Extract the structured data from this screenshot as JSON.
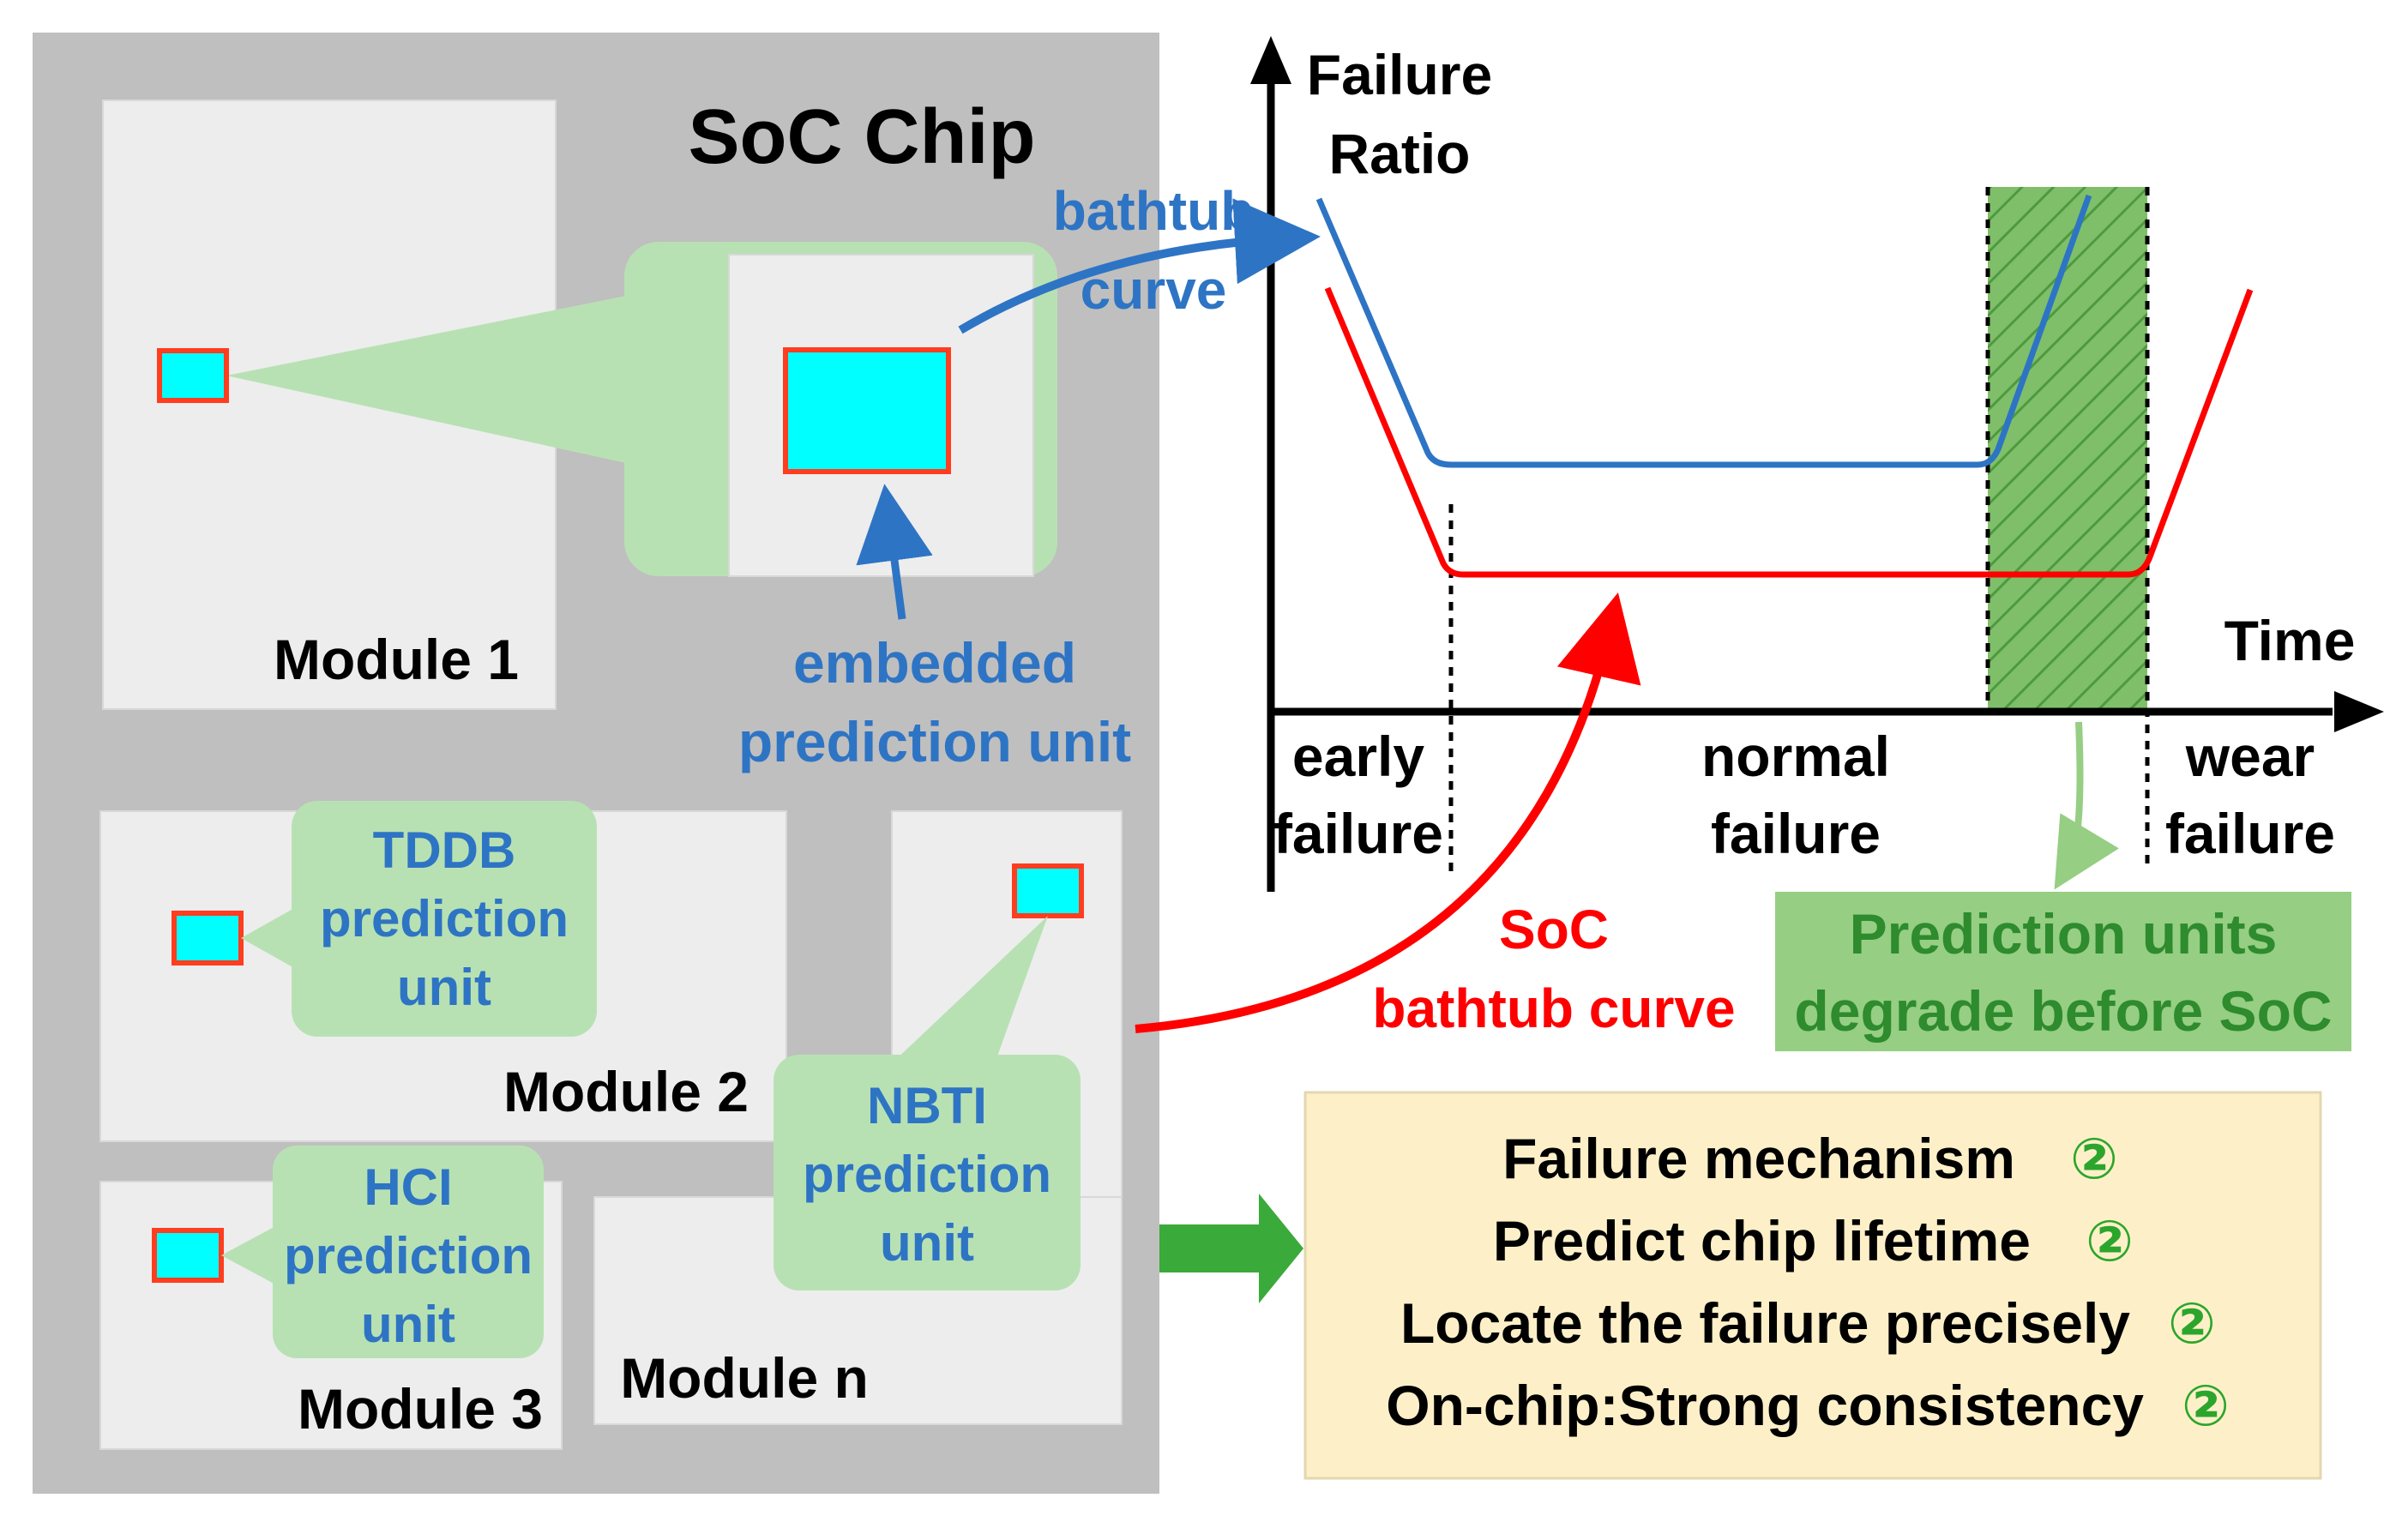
{
  "chip": {
    "title": "SoC Chip",
    "modules": {
      "m1": "Module 1",
      "m2": "Module 2",
      "m3": "Module 3",
      "mn": "Module n"
    },
    "embedded_unit": [
      "embedded",
      "prediction unit"
    ],
    "callouts": {
      "tddb": [
        "TDDB",
        "prediction",
        "unit"
      ],
      "nbti": [
        "NBTI",
        "prediction",
        "unit"
      ],
      "hci": [
        "HCI",
        "prediction",
        "unit"
      ]
    }
  },
  "chart": {
    "y_axis_label": [
      "Failure",
      "Ratio"
    ],
    "x_axis_label": "Time",
    "regions": {
      "early": [
        "early",
        "failure"
      ],
      "normal": [
        "normal",
        "failure"
      ],
      "wear": [
        "wear",
        "failure"
      ]
    },
    "bathtub_label": [
      "bathtub",
      "curve"
    ],
    "soc_label": [
      "SoC",
      "bathtub curve"
    ],
    "prediction_box": [
      "Prediction units",
      "degrade before SoC"
    ]
  },
  "benefits": {
    "items": [
      {
        "text": "Failure mechanism",
        "mark": "②"
      },
      {
        "text": "Predict chip lifetime",
        "mark": "②"
      },
      {
        "text": "Locate the failure precisely",
        "mark": "②"
      },
      {
        "text": "On-chip:Strong consistency",
        "mark": "②"
      }
    ]
  },
  "colors": {
    "chip_bg": "#BFBFBF",
    "module_bg": "#EDEDEE",
    "callout_green": "#B8E1B3",
    "unit_fill": "#00FFFF",
    "unit_border": "#FF3D1F",
    "blue": "#2E74C4",
    "red": "#FF0000",
    "dark_green_box": "#96CE83",
    "benefit_bg": "#FDF0C8",
    "check_green": "#2CA52C",
    "arrow_green": "#3AAA3A"
  }
}
